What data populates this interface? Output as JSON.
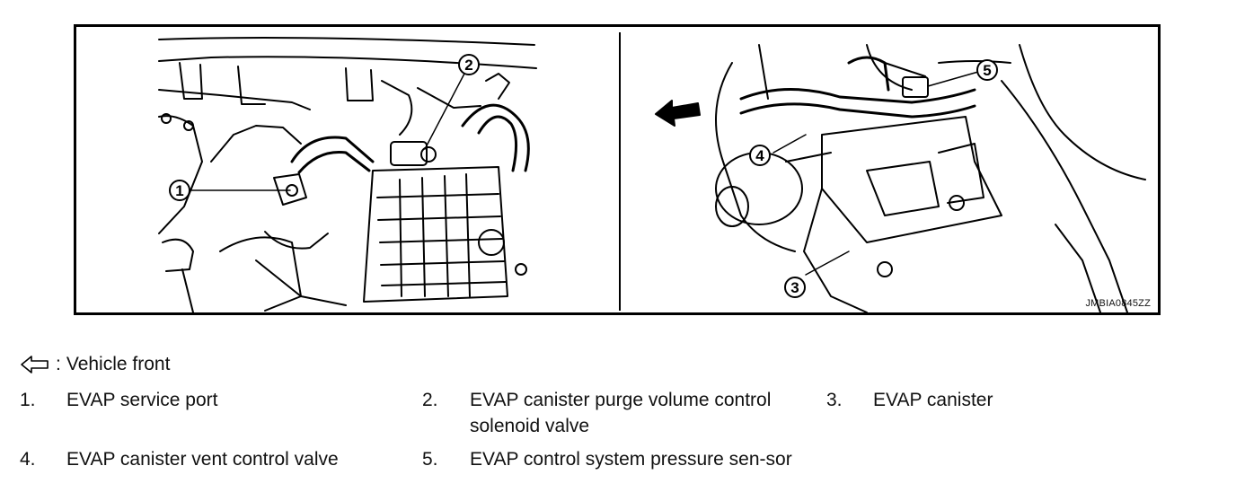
{
  "figure": {
    "id_code": "JMBIA0845ZZ",
    "callouts": [
      "1",
      "2",
      "3",
      "4",
      "5"
    ]
  },
  "legend": {
    "separator": ":",
    "front_label": "Vehicle front"
  },
  "items": [
    {
      "num": "1.",
      "text": "EVAP service port"
    },
    {
      "num": "2.",
      "text": "EVAP canister purge volume control solenoid valve"
    },
    {
      "num": "3.",
      "text": "EVAP canister"
    },
    {
      "num": "4.",
      "text": "EVAP canister vent control valve"
    },
    {
      "num": "5.",
      "text": "EVAP control system pressure sen-sor"
    }
  ]
}
